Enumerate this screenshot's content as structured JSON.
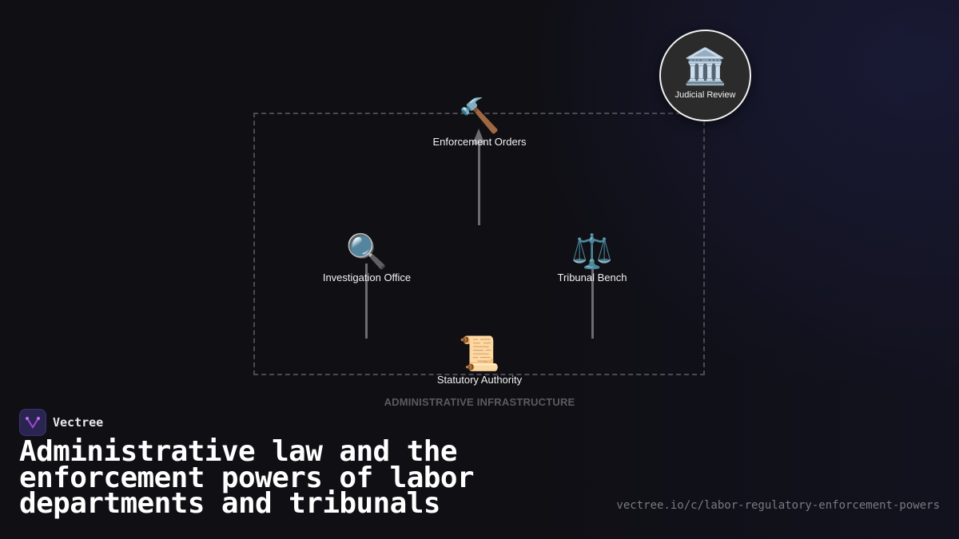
{
  "diagram": {
    "frame_caption": "ADMINISTRATIVE INFRASTRUCTURE",
    "nodes": {
      "enforcement": {
        "label": "Enforcement Orders",
        "icon": "hammer-icon",
        "glyph": "🔨"
      },
      "investigation": {
        "label": "Investigation Office",
        "icon": "magnifying-glass-icon",
        "glyph": "🔍"
      },
      "tribunal": {
        "label": "Tribunal Bench",
        "icon": "scales-icon",
        "glyph": "⚖️"
      },
      "statutory": {
        "label": "Statutory Authority",
        "icon": "scroll-icon",
        "glyph": "📜"
      },
      "judicial": {
        "label": "Judicial Review",
        "icon": "courthouse-icon",
        "glyph": "🏛️"
      }
    },
    "edges": [
      {
        "from": "investigation",
        "to": "enforcement",
        "style": "solid"
      },
      {
        "from": "tribunal",
        "to": "enforcement",
        "style": "solid"
      },
      {
        "from": "statutory",
        "to": "investigation",
        "style": "solid"
      },
      {
        "from": "statutory",
        "to": "tribunal",
        "style": "solid"
      },
      {
        "from": "judicial",
        "to": "frame",
        "style": "dashed"
      }
    ]
  },
  "brand": {
    "name": "Vectree"
  },
  "title": "Administrative law and the enforcement powers of labor departments and tribunals",
  "url": "vectree.io/c/labor-regulatory-enforcement-powers",
  "colors": {
    "background": "#0f0f14",
    "connector": "#6b6b70",
    "frame": "#4a4a52",
    "brand_accent": "#a044d8"
  }
}
